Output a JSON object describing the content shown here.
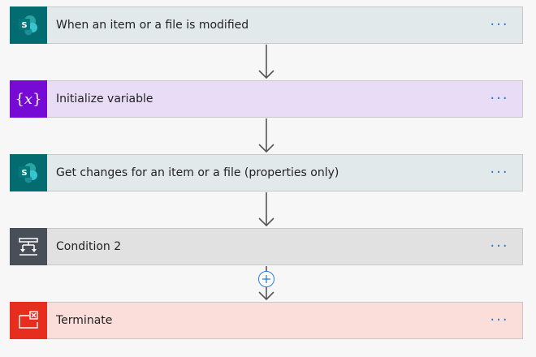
{
  "flow": {
    "steps": [
      {
        "title": "When an item or a file is modified",
        "icon": "sharepoint-icon",
        "color": "#036c70",
        "more": "···"
      },
      {
        "title": "Initialize variable",
        "icon": "variable-icon",
        "color": "#770bd6",
        "more": "···"
      },
      {
        "title": "Get changes for an item or a file (properties only)",
        "icon": "sharepoint-icon",
        "color": "#036c70",
        "more": "···"
      },
      {
        "title": "Condition 2",
        "icon": "condition-icon",
        "color": "#484f58",
        "more": "···"
      },
      {
        "title": "Terminate",
        "icon": "terminate-icon",
        "color": "#e62d1e",
        "more": "···"
      }
    ],
    "add_icon": "plus-icon"
  }
}
